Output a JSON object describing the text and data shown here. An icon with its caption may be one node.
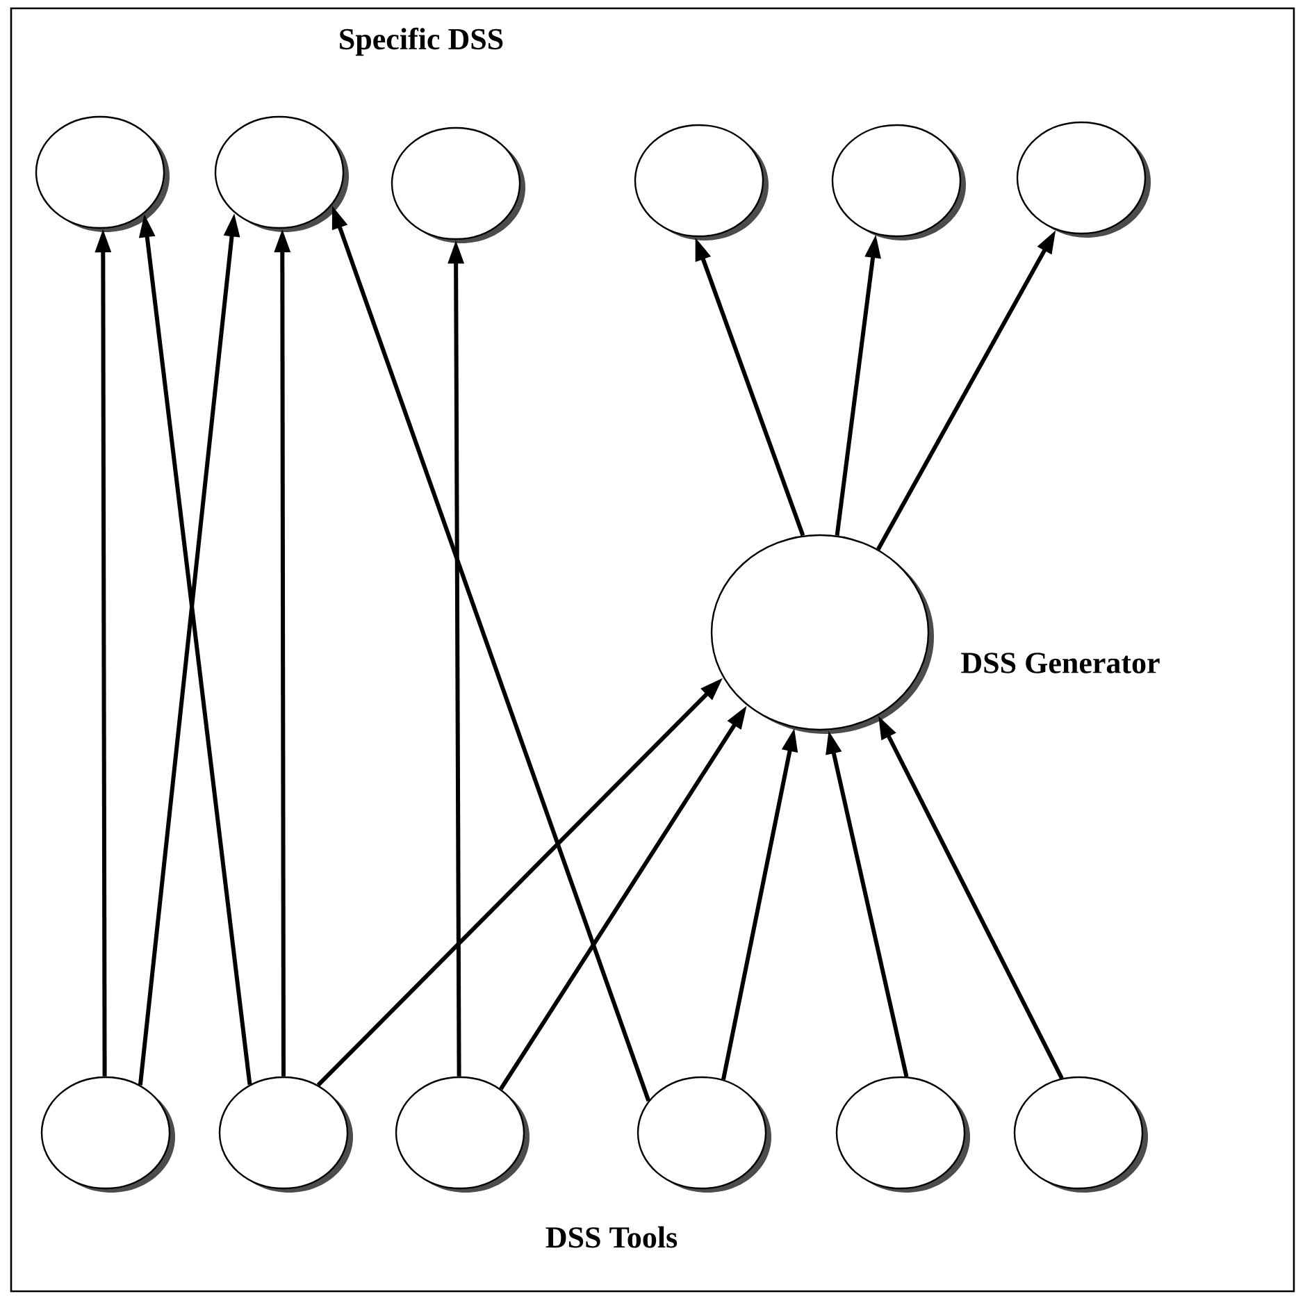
{
  "diagram": {
    "title": "Specific DSS",
    "nodes": [
      {
        "text": [],
        "shape": "circle"
      },
      {
        "text": [],
        "shape": "circle"
      },
      {
        "text": [],
        "shape": "circle"
      },
      {
        "text": [],
        "shape": "circle"
      },
      {
        "text": [],
        "shape": "circle"
      },
      {
        "text": [],
        "shape": "circle"
      },
      {
        "text": [],
        "shape": "circle",
        "beside": [
          "DSS Generator"
        ]
      },
      {
        "text": [],
        "shape": "circle"
      },
      {
        "text": [],
        "shape": "circle"
      },
      {
        "text": [],
        "shape": "circle"
      },
      {
        "text": [],
        "shape": "circle"
      },
      {
        "text": [],
        "shape": "circle"
      },
      {
        "text": [],
        "shape": "circle"
      }
    ],
    "edges": [
      {
        "from": 7,
        "to": 0,
        "arrow": "to"
      },
      {
        "from": 7,
        "to": 1,
        "arrow": "to"
      },
      {
        "from": 8,
        "to": 0,
        "arrow": "to"
      },
      {
        "from": 8,
        "to": 1,
        "arrow": "to"
      },
      {
        "from": 8,
        "to": 6,
        "arrow": "to"
      },
      {
        "from": 9,
        "to": 2,
        "arrow": "to"
      },
      {
        "from": 9,
        "to": 6,
        "arrow": "to"
      },
      {
        "from": 10,
        "to": 1,
        "arrow": "to"
      },
      {
        "from": 10,
        "to": 6,
        "arrow": "to"
      },
      {
        "from": 11,
        "to": 6,
        "arrow": "to"
      },
      {
        "from": 12,
        "to": 6,
        "arrow": "to"
      },
      {
        "from": 6,
        "to": 3,
        "arrow": "to"
      },
      {
        "from": 6,
        "to": 4,
        "arrow": "to"
      },
      {
        "from": 6,
        "to": 5,
        "arrow": "to"
      }
    ],
    "labels": [
      "DSS Tools"
    ]
  }
}
